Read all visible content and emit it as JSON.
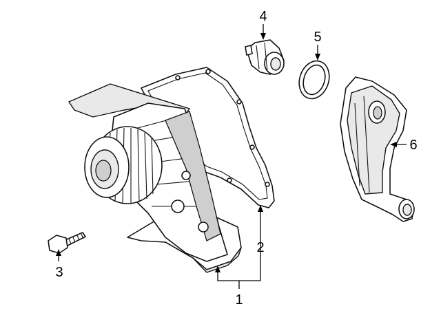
{
  "diagram": {
    "callouts": [
      {
        "id": "1",
        "label": "1"
      },
      {
        "id": "2",
        "label": "2"
      },
      {
        "id": "3",
        "label": "3"
      },
      {
        "id": "4",
        "label": "4"
      },
      {
        "id": "5",
        "label": "5"
      },
      {
        "id": "6",
        "label": "6"
      }
    ],
    "parts": [
      {
        "callout": "1",
        "icon": "water-pump"
      },
      {
        "callout": "2",
        "icon": "pump-gasket"
      },
      {
        "callout": "3",
        "icon": "bolt"
      },
      {
        "callout": "4",
        "icon": "thermostat"
      },
      {
        "callout": "5",
        "icon": "o-ring-seal"
      },
      {
        "callout": "6",
        "icon": "thermostat-housing"
      }
    ]
  }
}
